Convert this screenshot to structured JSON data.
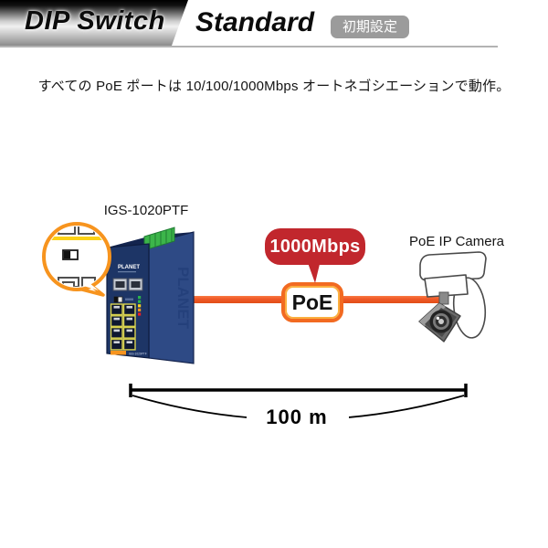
{
  "header": {
    "title": "DIP Switch",
    "subtitle": "Standard",
    "badge": "初期設定"
  },
  "description": "すべての PoE ポートは 10/100/1000Mbps オートネゴシエーションで動作。",
  "diagram": {
    "switch_model": "IGS-1020PTF",
    "device_brand": "PLANET",
    "speed_bubble": "1000Mbps",
    "poe_label": "PoE",
    "camera_label": "PoE IP Camera",
    "distance_label": "100 m"
  },
  "colors": {
    "accent_orange": "#F7941E",
    "cable_orange": "#F15A29",
    "bubble_red": "#C1272D",
    "switch_navy": "#1D3566",
    "terminal_green": "#3CB54A",
    "badge_gray": "#9B9B9B"
  }
}
